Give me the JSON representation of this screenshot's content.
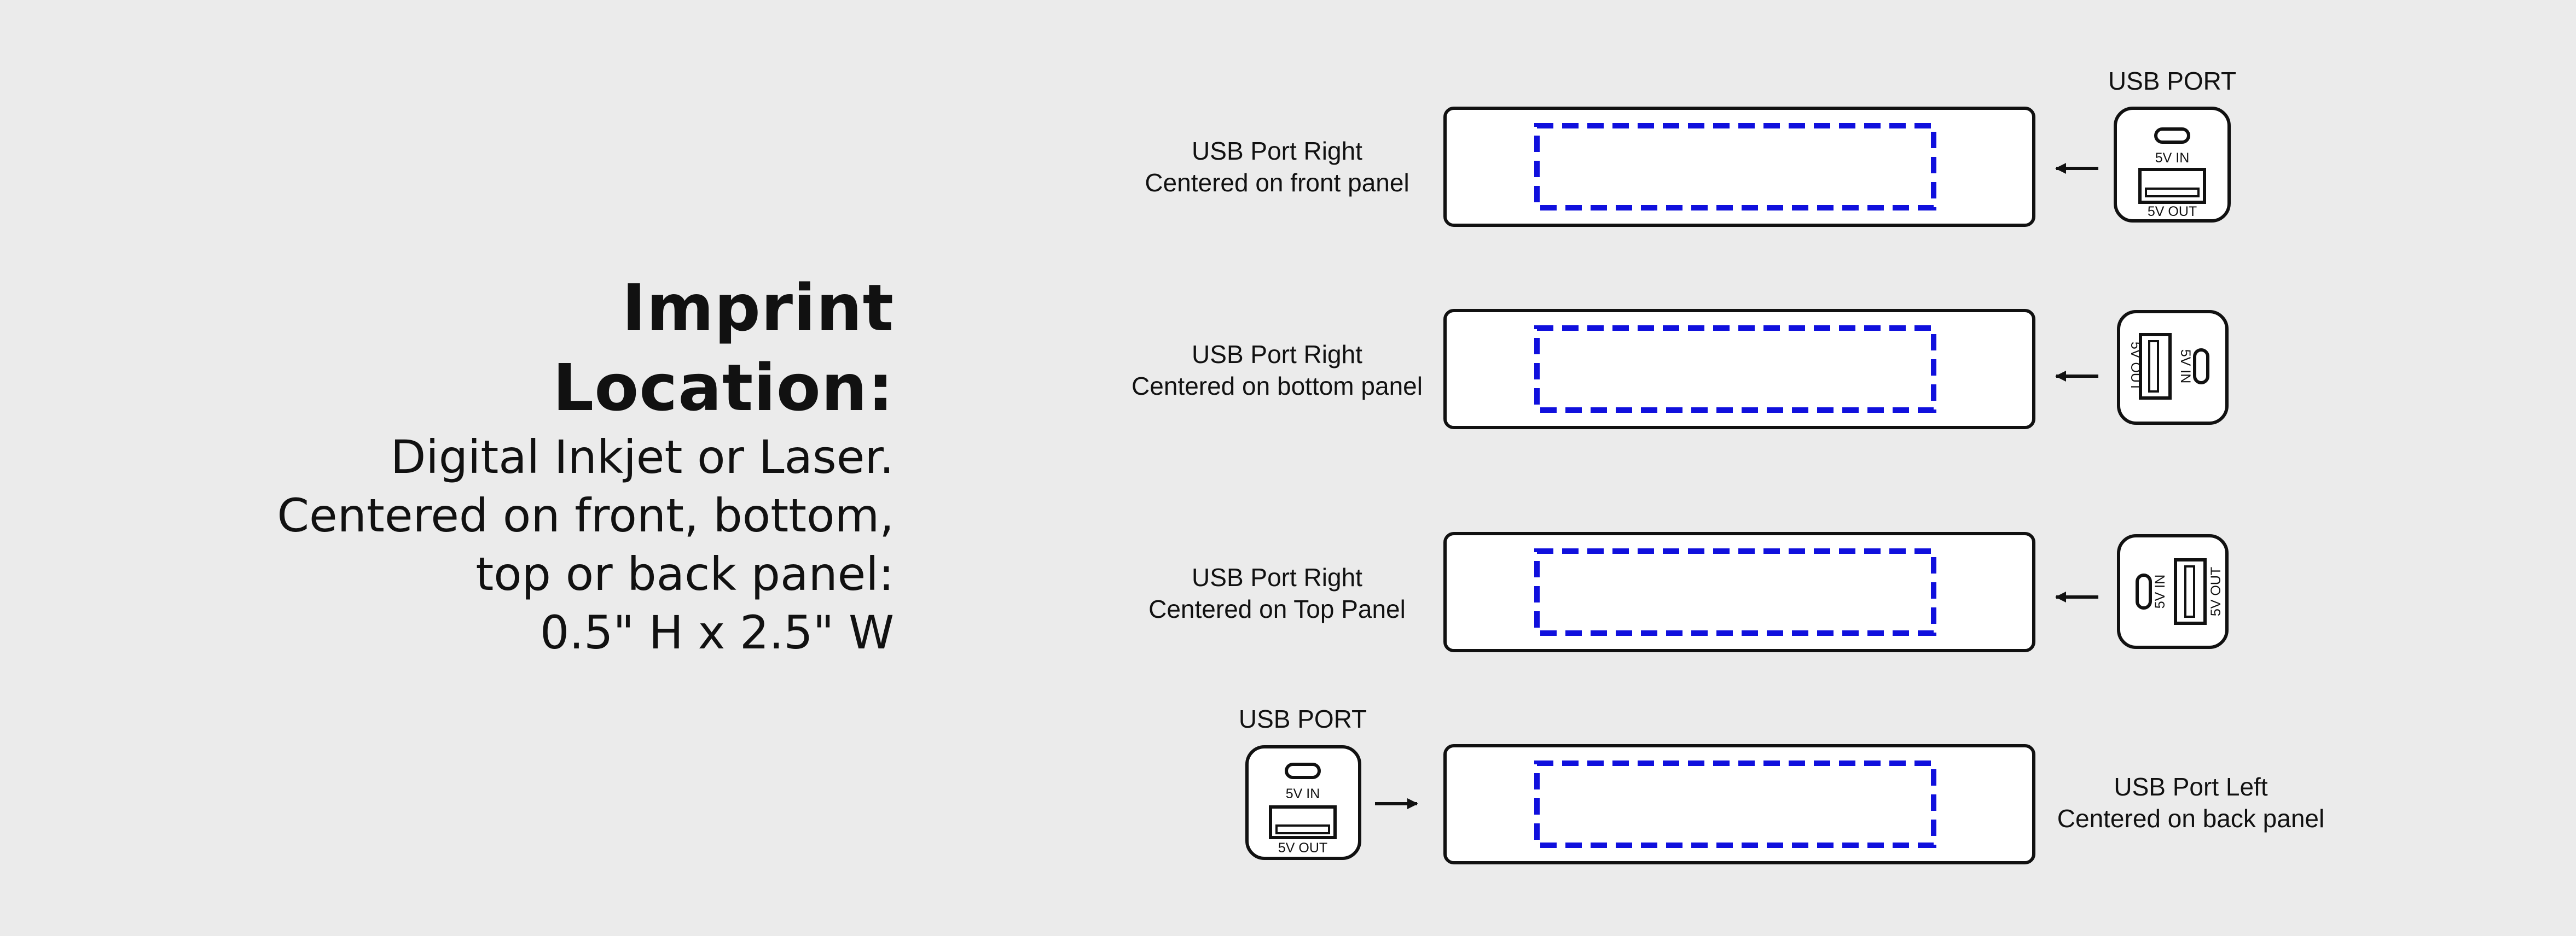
{
  "heading": {
    "line1": "Imprint",
    "line2": "Location:"
  },
  "description": {
    "line1": "Digital Inkjet or Laser.",
    "line2": "Centered on front, bottom,",
    "line3": "top or back panel:",
    "line4": "0.5\" H x 2.5\" W"
  },
  "colors": {
    "background": "#ebebeb",
    "panel_fill": "#ffffff",
    "panel_stroke": "#111111",
    "imprint_outline": "#1010dd"
  },
  "panels": [
    {
      "label_line1": "USB Port Right",
      "label_line2": "Centered on front panel",
      "port_title": "USB PORT",
      "port_in": "5V IN",
      "port_out": "5V OUT"
    },
    {
      "label_line1": "USB Port Right",
      "label_line2": "Centered on bottom panel",
      "port_in": "5V IN",
      "port_out": "5V OUT"
    },
    {
      "label_line1": "USB Port Right",
      "label_line2": "Centered on Top Panel",
      "port_in": "5V IN",
      "port_out": "5V OUT"
    },
    {
      "label_line1": "USB Port Left",
      "label_line2": "Centered on back panel",
      "port_title": "USB PORT",
      "port_in": "5V IN",
      "port_out": "5V OUT"
    }
  ]
}
